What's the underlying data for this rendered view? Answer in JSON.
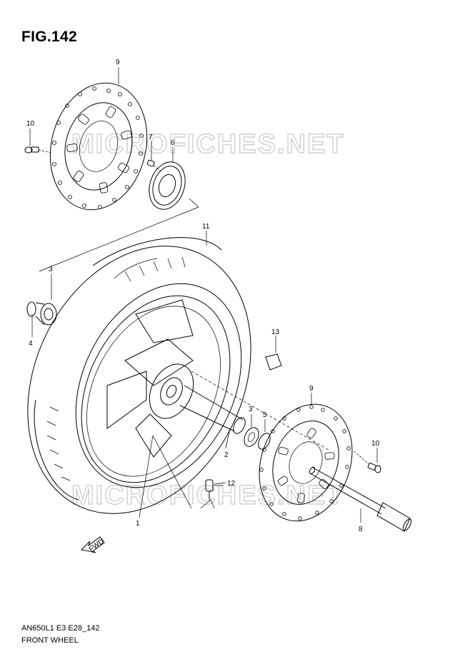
{
  "figure": {
    "title": "FIG.142",
    "code": "AN650L1 E3 E28_142",
    "caption": "FRONT WHEEL"
  },
  "watermark": {
    "text": "MICROFICHES.NET"
  },
  "callouts": {
    "p1": "1",
    "p2": "2",
    "p3_left": "3",
    "p3_right": "3",
    "p4": "4",
    "p5": "5",
    "p6": "6",
    "p7": "7",
    "p8": "8",
    "p9_top": "9",
    "p9_right": "9",
    "p10_left": "10",
    "p10_right": "10",
    "p11": "11",
    "p12": "12",
    "p13": "13"
  },
  "arrow": {
    "label": "FWD"
  }
}
